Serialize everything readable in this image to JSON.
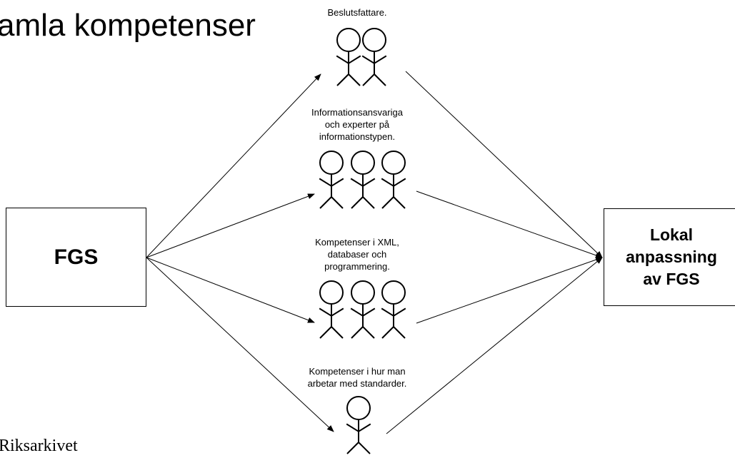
{
  "slide": {
    "title": "amla kompetenser",
    "brand": "Riksarkivet"
  },
  "source": {
    "label": "FGS"
  },
  "target": {
    "lines": [
      "Lokal",
      "anpassning",
      "av FGS"
    ]
  },
  "groups": [
    {
      "lines": [
        "Beslutsfattare."
      ],
      "people": 2
    },
    {
      "lines": [
        "Informationsansvariga",
        "och experter på",
        "informationstypen."
      ],
      "people": 3
    },
    {
      "lines": [
        "Kompetenser i XML,",
        "databaser och",
        "programmering."
      ],
      "people": 3
    },
    {
      "lines": [
        "Kompetenser i hur man",
        "arbetar med standarder."
      ],
      "people": 1
    }
  ],
  "colors": {
    "line": "#000000",
    "background": "#ffffff"
  }
}
